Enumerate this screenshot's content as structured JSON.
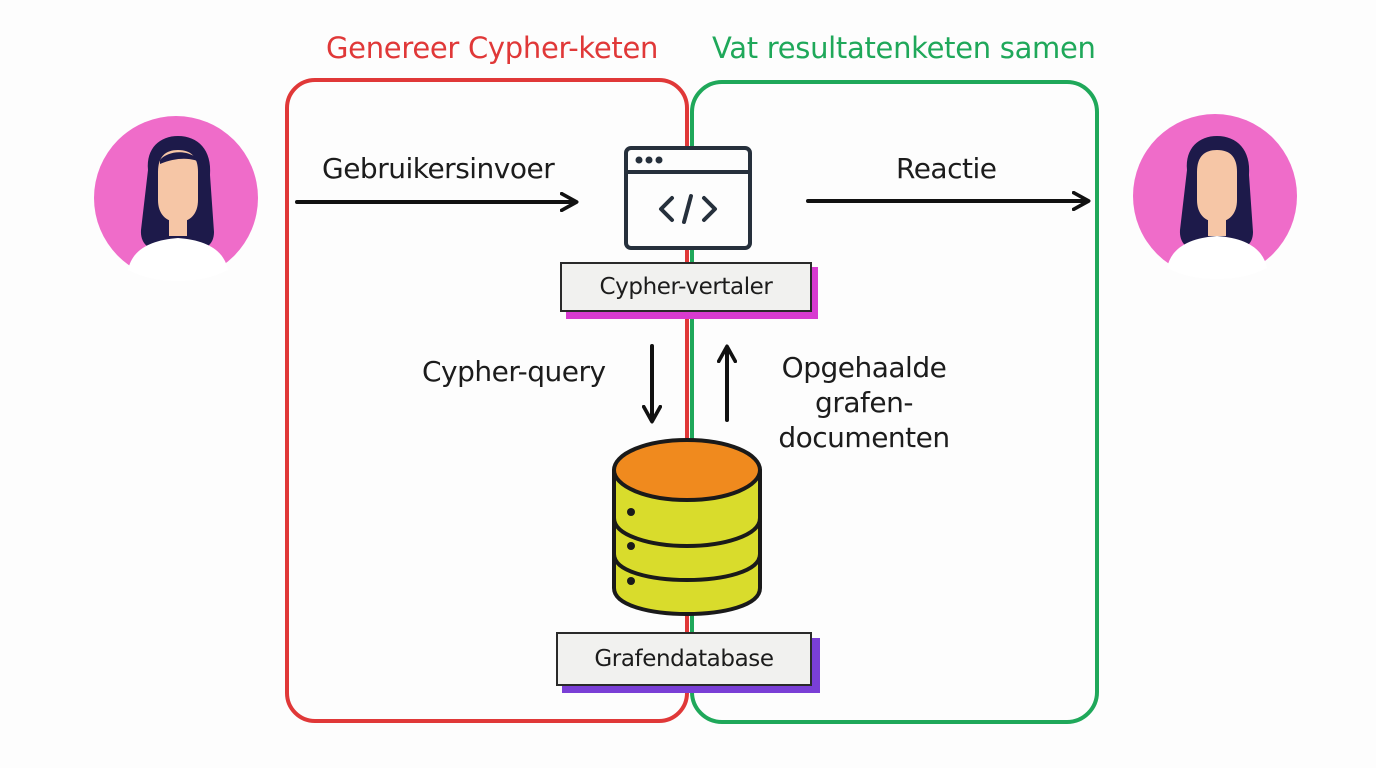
{
  "sections": {
    "left": {
      "title": "Genereer Cypher-keten",
      "color": "#e03838"
    },
    "right": {
      "title": "Vat resultatenketen samen",
      "color": "#1fa85a"
    }
  },
  "flow": {
    "user_input": "Gebruikersinvoer",
    "response": "Reactie",
    "cypher_query": "Cypher-query",
    "retrieved_docs": [
      "Opgehaalde",
      "grafen-",
      "documenten"
    ]
  },
  "components": {
    "translator": {
      "label": "Cypher-vertaler",
      "icon": "code-window-icon",
      "accent": "#d83bd0"
    },
    "database": {
      "label": "Grafendatabase",
      "icon": "database-icon",
      "accent": "#7a3fd6",
      "top_color": "#f08a1e",
      "body_color": "#d9dc2c"
    }
  },
  "avatar": {
    "background": "#ef6cc9",
    "hair": "#1d1a4a",
    "skin": "#f6c6a6"
  }
}
